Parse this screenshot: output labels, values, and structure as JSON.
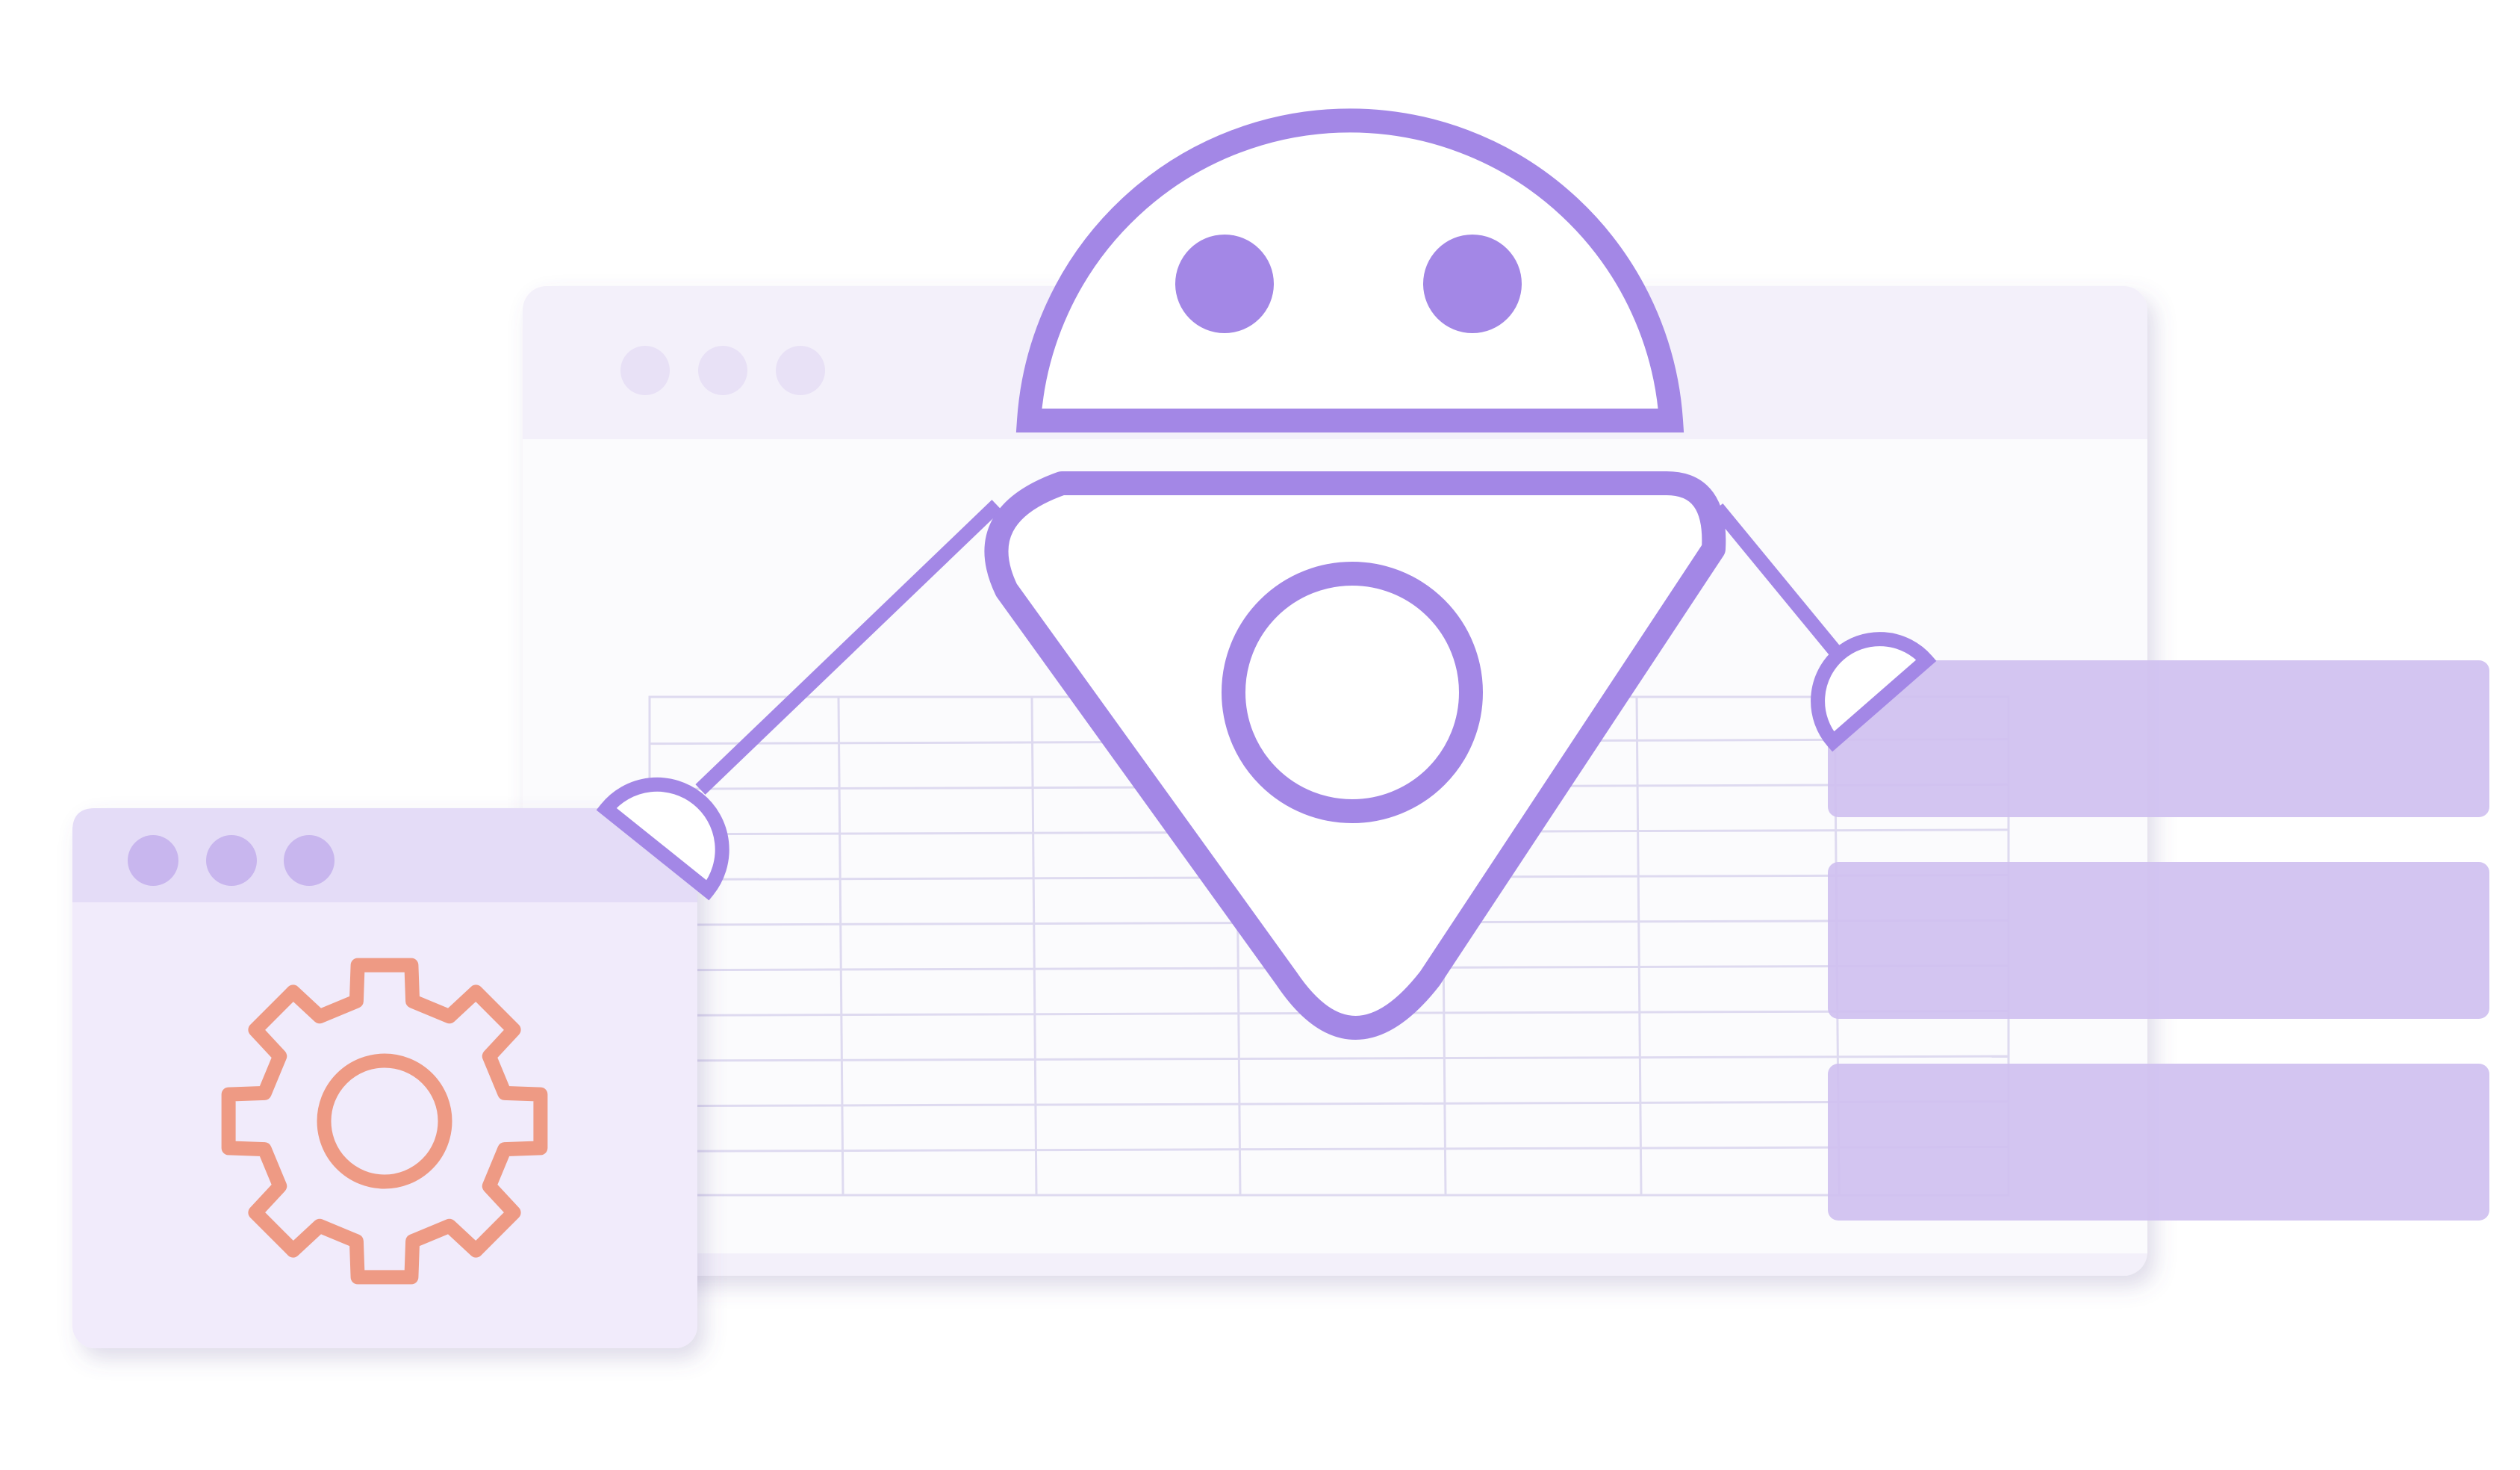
{
  "illustration": {
    "subject": "robot-automation",
    "colors": {
      "background": "#ffffff",
      "robot_stroke": "#a387e6",
      "robot_fill": "#ffffff",
      "robot_eyes": "#a387e6",
      "main_window_frame": "#f3f0fa",
      "main_window_body": "#fbfbfd",
      "main_window_dots": "#e8e1f6",
      "grid_lines": "#dedaf0",
      "settings_window_titlebar": "#e4dcf7",
      "settings_window_body": "#f1ebfb",
      "settings_window_dots": "#c8b6ee",
      "gear_stroke": "#ee9a84",
      "list_cards": "#cfc0f0"
    },
    "icons": [
      "robot-icon",
      "gear-icon"
    ],
    "main_window": {
      "title_dots": 3,
      "table_columns": 7,
      "table_rows": 11
    },
    "settings_window": {
      "title_dots": 3
    },
    "list_cards": 3
  }
}
